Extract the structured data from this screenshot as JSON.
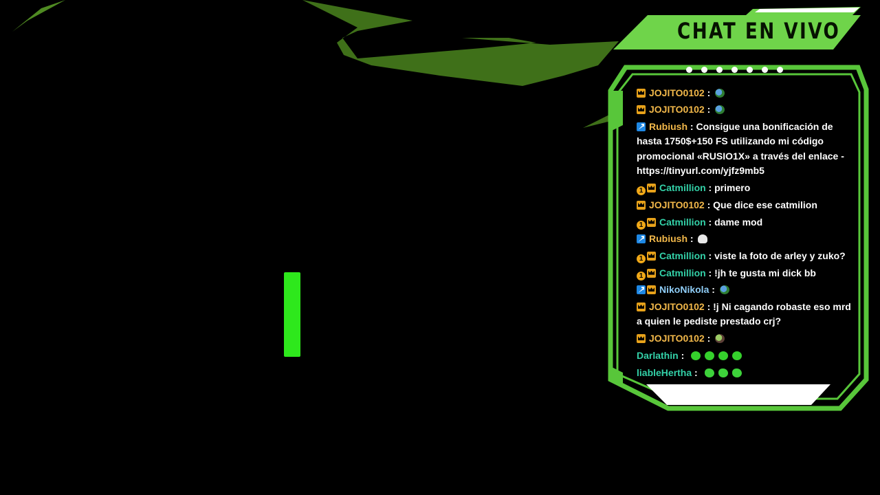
{
  "title": "CHAT EN VIVO",
  "colors": {
    "accent": "#6fd44a",
    "dark_green": "#3e6e1c",
    "bright_green": "#2ee81c",
    "frame_green": "#58c63a",
    "username_gold": "#f2b84a",
    "username_teal": "#33d1a8",
    "username_blue": "#8fcdf6"
  },
  "messages": [
    {
      "badges": [
        "crown-icon"
      ],
      "user": "JOJITO0102",
      "sep": " : ",
      "text": "",
      "emotes": [
        "pepe-emote"
      ],
      "style": "gold"
    },
    {
      "badges": [
        "crown-icon"
      ],
      "user": "JOJITO0102",
      "sep": " : ",
      "text": "",
      "emotes": [
        "pepe-emote"
      ],
      "style": "gold"
    },
    {
      "badges": [
        "mod-icon"
      ],
      "user": "Rubiush",
      "sep": " : ",
      "text": "Consigue una bonificación de hasta 1750$+150 FS utilizando mi código promocional «RUSIO1X» a través del enlace - https://tinyurl.com/yjfz9mb5",
      "emotes": [],
      "style": "gold"
    },
    {
      "badges": [
        "number-one-icon",
        "crown-icon"
      ],
      "user": "Catmillion",
      "sep": " : ",
      "text": "primero",
      "emotes": [],
      "style": "teal"
    },
    {
      "badges": [
        "crown-icon"
      ],
      "user": "JOJITO0102",
      "sep": " : ",
      "text": "Que dice ese catmilion",
      "emotes": [],
      "style": "gold"
    },
    {
      "badges": [
        "number-one-icon",
        "crown-icon"
      ],
      "user": "Catmillion",
      "sep": " : ",
      "text": "dame mod",
      "emotes": [],
      "style": "teal"
    },
    {
      "badges": [
        "mod-icon"
      ],
      "user": "Rubiush",
      "sep": " : ",
      "text": "",
      "emotes": [
        "ghost-emote"
      ],
      "style": "gold"
    },
    {
      "badges": [
        "number-one-icon",
        "crown-icon"
      ],
      "user": "Catmillion",
      "sep": " : ",
      "text": "viste la foto de arley y zuko?",
      "emotes": [],
      "style": "teal"
    },
    {
      "badges": [
        "number-one-icon",
        "crown-icon"
      ],
      "user": "Catmillion",
      "sep": " : ",
      "text": "!jh te gusta mi dick bb",
      "emotes": [],
      "style": "teal"
    },
    {
      "badges": [
        "mod-icon",
        "crown-icon"
      ],
      "user": "NikoNikola",
      "sep": " : ",
      "text": "",
      "emotes": [
        "pepe-emote"
      ],
      "style": "blue"
    },
    {
      "badges": [
        "crown-icon"
      ],
      "user": "JOJITO0102",
      "sep": " : ",
      "text": "!j Ni cagando robaste eso mrd a quien le pediste prestado crj?",
      "emotes": [],
      "style": "gold"
    },
    {
      "badges": [
        "crown-icon"
      ],
      "user": "JOJITO0102",
      "sep": " : ",
      "text": "",
      "emotes": [
        "pepe-detective-emote"
      ],
      "style": "gold"
    },
    {
      "badges": [],
      "user": "Darlathin",
      "sep": " : ",
      "text": "",
      "emotes": [
        "kek-emote",
        "kek-emote",
        "kek-emote",
        "kek-emote"
      ],
      "style": "teal"
    },
    {
      "badges": [],
      "user": "liableHertha",
      "sep": " : ",
      "text": "",
      "emotes": [
        "rr-emote",
        "rr-emote",
        "rr-emote"
      ],
      "style": "teal"
    }
  ]
}
